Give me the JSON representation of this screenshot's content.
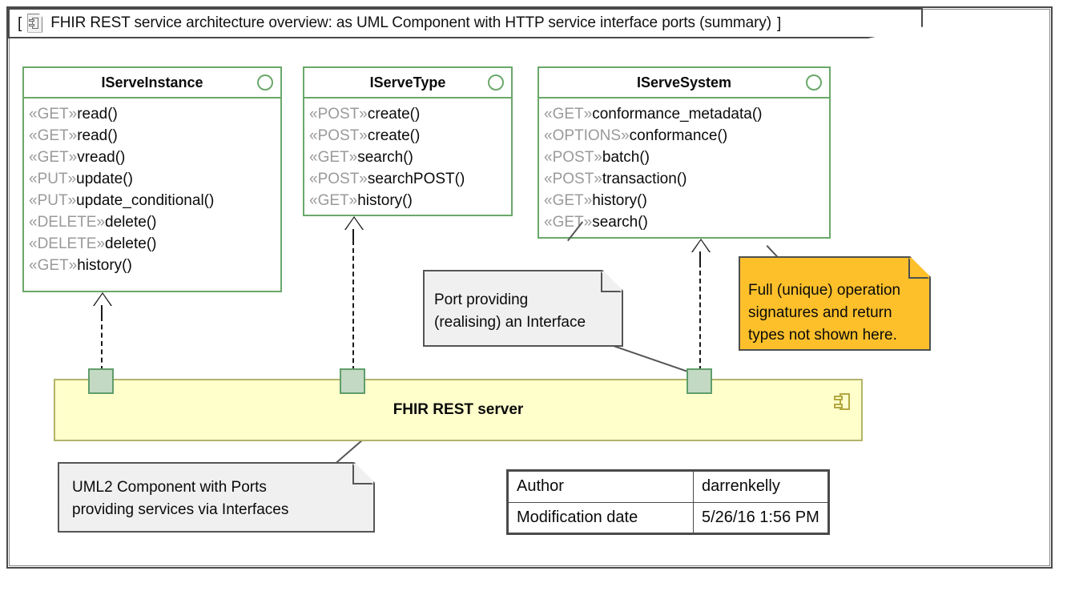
{
  "frame": {
    "title": "FHIR REST service architecture overview: as UML Component with HTTP service interface ports (summary)",
    "bracket_open": "[",
    "bracket_close": "]",
    "icon": "uml-diagram-document-icon"
  },
  "interfaces": [
    {
      "name": "IServeInstance",
      "icon": "interface-circle-icon",
      "operations": [
        {
          "stereotype": "«GET»",
          "op": "read()"
        },
        {
          "stereotype": "«GET»",
          "op": "read()"
        },
        {
          "stereotype": "«GET»",
          "op": "vread()"
        },
        {
          "stereotype": "«PUT»",
          "op": "update()"
        },
        {
          "stereotype": "«PUT»",
          "op": "update_conditional()"
        },
        {
          "stereotype": "«DELETE»",
          "op": "delete()"
        },
        {
          "stereotype": "«DELETE»",
          "op": "delete()"
        },
        {
          "stereotype": "«GET»",
          "op": "history()"
        }
      ]
    },
    {
      "name": "IServeType",
      "icon": "interface-circle-icon",
      "operations": [
        {
          "stereotype": "«POST»",
          "op": "create()"
        },
        {
          "stereotype": "«POST»",
          "op": "create()"
        },
        {
          "stereotype": "«GET»",
          "op": "search()"
        },
        {
          "stereotype": "«POST»",
          "op": "searchPOST()"
        },
        {
          "stereotype": "«GET»",
          "op": "history()"
        }
      ]
    },
    {
      "name": "IServeSystem",
      "icon": "interface-circle-icon",
      "operations": [
        {
          "stereotype": "«GET»",
          "op": "conformance_metadata()"
        },
        {
          "stereotype": "«OPTIONS»",
          "op": "conformance()"
        },
        {
          "stereotype": "«POST»",
          "op": "batch()"
        },
        {
          "stereotype": "«POST»",
          "op": "transaction()"
        },
        {
          "stereotype": "«GET»",
          "op": "history()"
        },
        {
          "stereotype": "«GET»",
          "op": "search()"
        }
      ]
    }
  ],
  "component": {
    "name": "FHIR REST server",
    "icon": "uml-component-icon",
    "fill_color": "#ffffcc",
    "border_color": "#b3b36b",
    "ports": [
      {
        "name": "port-iserveinstance"
      },
      {
        "name": "port-iservetype"
      },
      {
        "name": "port-iservesystem"
      }
    ]
  },
  "notes": [
    {
      "id": "note-port-providing",
      "text": "Port providing\n(realising) an Interface",
      "color": "#f0f0f0"
    },
    {
      "id": "note-signatures",
      "text": "Full (unique) operation\nsignatures and return\ntypes not shown here.",
      "color": "#fdc02b"
    },
    {
      "id": "note-uml2-component",
      "text": "UML2 Component with Ports\nproviding services via Interfaces",
      "color": "#f0f0f0"
    }
  ],
  "info_table": {
    "rows": [
      {
        "key": "Author",
        "value": "darrenkelly"
      },
      {
        "key": "Modification date",
        "value": "5/26/16 1:56 PM"
      }
    ]
  }
}
